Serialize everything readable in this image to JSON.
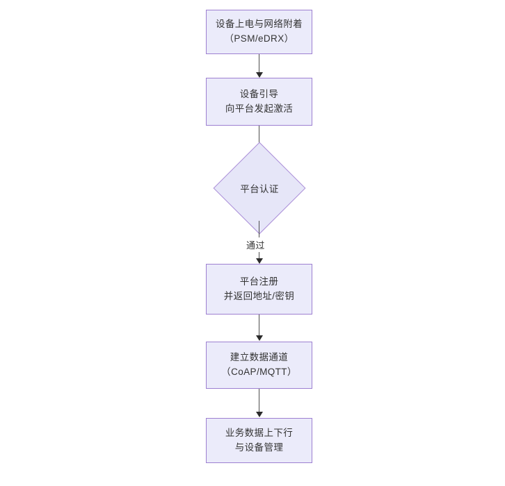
{
  "diagram": {
    "type": "flowchart",
    "orientation": "top-to-bottom",
    "background_color": "#ffffff",
    "node_fill_color": "#ebebfa",
    "node_border_color": "#9d7fd1",
    "connector_color": "#4d4d4d",
    "text_color": "#333333",
    "nodes": [
      {
        "id": "power-on",
        "shape": "rectangle",
        "lines": [
          "设备上电与网络附着",
          "（PSM/eDRX）"
        ]
      },
      {
        "id": "bootstrap",
        "shape": "rectangle",
        "lines": [
          "设备引导",
          "向平台发起激活"
        ]
      },
      {
        "id": "platform-auth",
        "shape": "diamond",
        "lines": [
          "平台认证"
        ]
      },
      {
        "id": "platform-register",
        "shape": "rectangle",
        "lines": [
          "平台注册",
          "并返回地址/密钥"
        ]
      },
      {
        "id": "data-channel",
        "shape": "rectangle",
        "lines": [
          "建立数据通道",
          "（CoAP/MQTT）"
        ]
      },
      {
        "id": "service-data",
        "shape": "rectangle",
        "lines": [
          "业务数据上下行",
          "与设备管理"
        ]
      }
    ],
    "edges": [
      {
        "from": "power-on",
        "to": "bootstrap",
        "label": ""
      },
      {
        "from": "bootstrap",
        "to": "platform-auth",
        "label": ""
      },
      {
        "from": "platform-auth",
        "to": "platform-register",
        "label": "通过"
      },
      {
        "from": "platform-register",
        "to": "data-channel",
        "label": ""
      },
      {
        "from": "data-channel",
        "to": "service-data",
        "label": ""
      }
    ]
  }
}
